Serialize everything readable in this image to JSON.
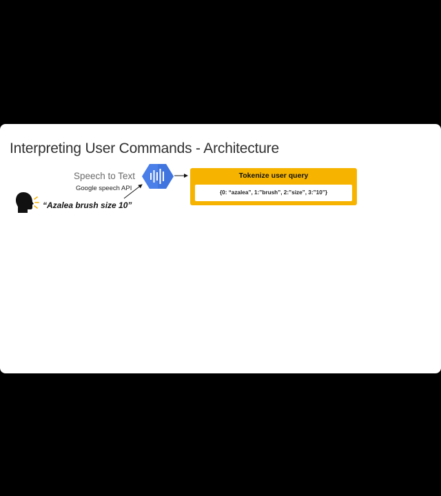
{
  "slide": {
    "title": "Interpreting User Commands - Architecture"
  },
  "speech": {
    "label": "Speech to Text",
    "api_label": "Google speech API",
    "utterance": "“Azalea brush size 10”",
    "icon": "google-cloud-speech-icon",
    "icon_color": "#4a7ee8"
  },
  "tokenizer": {
    "title": "Tokenize user query",
    "output": "{0: “azalea”, 1:”brush”, 2:”size”, 3:”10”}",
    "box_color": "#f6b400"
  },
  "speaker": {
    "icon": "speaking-head-icon",
    "color": "#111111",
    "sound_color": "#f6b400"
  }
}
